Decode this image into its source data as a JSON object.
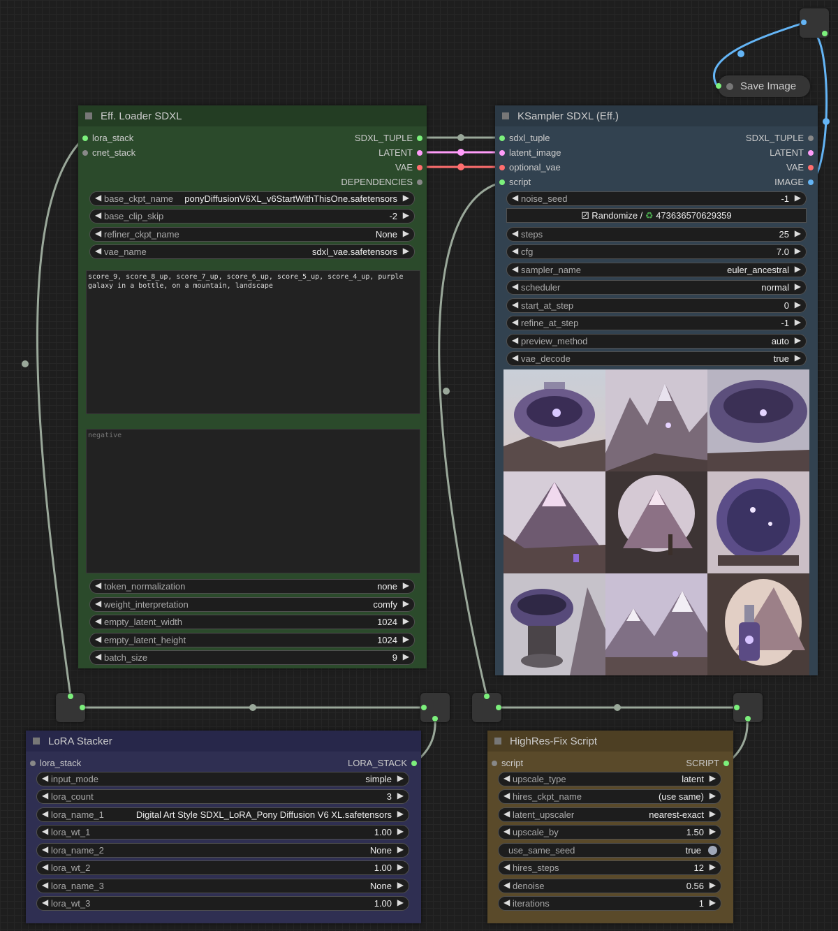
{
  "eff_loader": {
    "title": "Eff. Loader SDXL",
    "inputs": [
      "lora_stack",
      "cnet_stack"
    ],
    "outputs": [
      "SDXL_TUPLE",
      "LATENT",
      "VAE",
      "DEPENDENCIES"
    ],
    "widgets": [
      {
        "label": "base_ckpt_name",
        "value": "ponyDiffusionV6XL_v6StartWithThisOne.safetensors"
      },
      {
        "label": "base_clip_skip",
        "value": "-2"
      },
      {
        "label": "refiner_ckpt_name",
        "value": "None"
      },
      {
        "label": "vae_name",
        "value": "sdxl_vae.safetensors"
      }
    ],
    "positive_prompt": "score_9, score_8_up, score_7_up, score_6_up, score_5_up, score_4_up, purple galaxy in a bottle, on a mountain, landscape",
    "negative_placeholder": "negative",
    "widgets2": [
      {
        "label": "token_normalization",
        "value": "none"
      },
      {
        "label": "weight_interpretation",
        "value": "comfy"
      },
      {
        "label": "empty_latent_width",
        "value": "1024"
      },
      {
        "label": "empty_latent_height",
        "value": "1024"
      },
      {
        "label": "batch_size",
        "value": "9"
      }
    ]
  },
  "ksampler": {
    "title": "KSampler SDXL (Eff.)",
    "inputs": [
      "sdxl_tuple",
      "latent_image",
      "optional_vae",
      "script"
    ],
    "outputs": [
      "SDXL_TUPLE",
      "LATENT",
      "VAE",
      "IMAGE"
    ],
    "noise_seed": {
      "label": "noise_seed",
      "value": "-1"
    },
    "randomize": {
      "left": "Randomize /",
      "seed": "473636570629359"
    },
    "widgets": [
      {
        "label": "steps",
        "value": "25"
      },
      {
        "label": "cfg",
        "value": "7.0"
      },
      {
        "label": "sampler_name",
        "value": "euler_ancestral"
      },
      {
        "label": "scheduler",
        "value": "normal"
      },
      {
        "label": "start_at_step",
        "value": "0"
      },
      {
        "label": "refine_at_step",
        "value": "-1"
      },
      {
        "label": "preview_method",
        "value": "auto"
      },
      {
        "label": "vae_decode",
        "value": "true"
      }
    ],
    "preview_images": [
      "jar-on-mountain",
      "mountain-peaks",
      "jar-dome",
      "pyramid-mountain",
      "arch-mountain",
      "glass-sphere",
      "jar-pedestal",
      "snowy-peaks",
      "bottle-arch"
    ]
  },
  "save_image": {
    "title": "Save Image"
  },
  "lora_stacker": {
    "title": "LoRA Stacker",
    "input": "lora_stack",
    "output": "LORA_STACK",
    "widgets": [
      {
        "label": "input_mode",
        "value": "simple"
      },
      {
        "label": "lora_count",
        "value": "3"
      },
      {
        "label": "lora_name_1",
        "value": "Digital Art Style SDXL_LoRA_Pony Diffusion V6 XL.safetensors"
      },
      {
        "label": "lora_wt_1",
        "value": "1.00"
      },
      {
        "label": "lora_name_2",
        "value": "None"
      },
      {
        "label": "lora_wt_2",
        "value": "1.00"
      },
      {
        "label": "lora_name_3",
        "value": "None"
      },
      {
        "label": "lora_wt_3",
        "value": "1.00"
      }
    ]
  },
  "hires": {
    "title": "HighRes-Fix Script",
    "input": "script",
    "output": "SCRIPT",
    "widgets": [
      {
        "label": "upscale_type",
        "value": "latent"
      },
      {
        "label": "hires_ckpt_name",
        "value": "(use same)"
      },
      {
        "label": "latent_upscaler",
        "value": "nearest-exact"
      },
      {
        "label": "upscale_by",
        "value": "1.50"
      }
    ],
    "toggle": {
      "label": "use_same_seed",
      "value": "true"
    },
    "widgets2": [
      {
        "label": "hires_steps",
        "value": "12"
      },
      {
        "label": "denoise",
        "value": "0.56"
      },
      {
        "label": "iterations",
        "value": "1"
      }
    ]
  },
  "colors": {
    "link_default": "#9aa89a",
    "link_latent": "#ff9cf9",
    "link_vae": "#ff6e6e",
    "link_image": "#64b5f6",
    "eff_loader_bg": "#2b4a2b",
    "ksampler_bg": "#324250",
    "lora_bg": "#2f2f52",
    "hires_bg": "#5a4a2a"
  }
}
